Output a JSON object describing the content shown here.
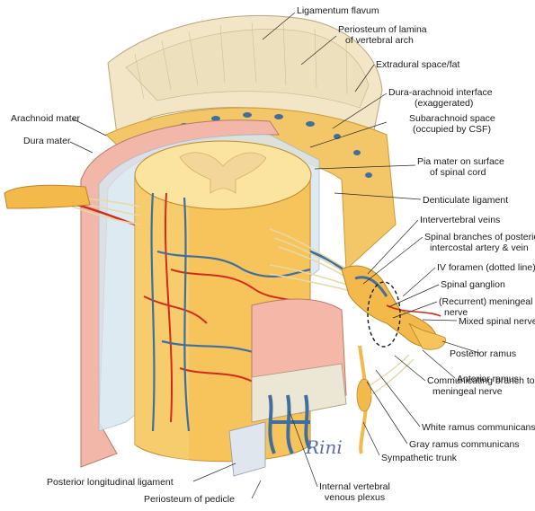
{
  "labels": {
    "ligamentum_flavum": "Ligamentum flavum",
    "periosteum_lamina_1": "Periosteum of lamina",
    "periosteum_lamina_2": "of vertebral arch",
    "extradural": "Extradural space/fat",
    "dura_arachnoid_1": "Dura-arachnoid interface",
    "dura_arachnoid_2": "(exaggerated)",
    "arachnoid_mater": "Arachnoid mater",
    "subarachnoid_1": "Subarachnoid space",
    "subarachnoid_2": "(occupied by CSF)",
    "dura_mater": "Dura mater",
    "pia_1": "Pia mater on surface",
    "pia_2": "of spinal cord",
    "denticulate": "Denticulate ligament",
    "intervertebral_veins": "Intervertebral veins",
    "spinal_branches_1": "Spinal branches of posterior",
    "spinal_branches_2": "intercostal artery & vein",
    "iv_foramen": "IV foramen (dotted line)",
    "spinal_ganglion": "Spinal ganglion",
    "meningeal_1": "(Recurrent) meningeal",
    "meningeal_2": "nerve",
    "mixed_spinal": "Mixed spinal nerve",
    "posterior_ramus": "Posterior ramus",
    "anterior_ramus": "Anterior ramus",
    "communicating_1": "Communicating branch to",
    "communicating_2": "meningeal nerve",
    "white_ramus": "White ramus communicans",
    "gray_ramus": "Gray ramus communicans",
    "sympathetic_trunk": "Sympathetic trunk",
    "posterior_longitudinal": "Posterior longitudinal ligament",
    "periosteum_pedicle": "Periosteum of pedicle",
    "internal_plexus_1": "Internal vertebral",
    "internal_plexus_2": "venous plexus"
  },
  "signature": "Rini",
  "colors": {
    "cord": "#f6c45a",
    "cord_light": "#fbe3a0",
    "grey_matter": "#f3d79a",
    "dura": "#f2b7a8",
    "arachnoid": "#d9e7f0",
    "bone": "#f1e7c8",
    "vein": "#3d6fa0",
    "artery": "#d42a1c",
    "fat": "#f3c768"
  }
}
